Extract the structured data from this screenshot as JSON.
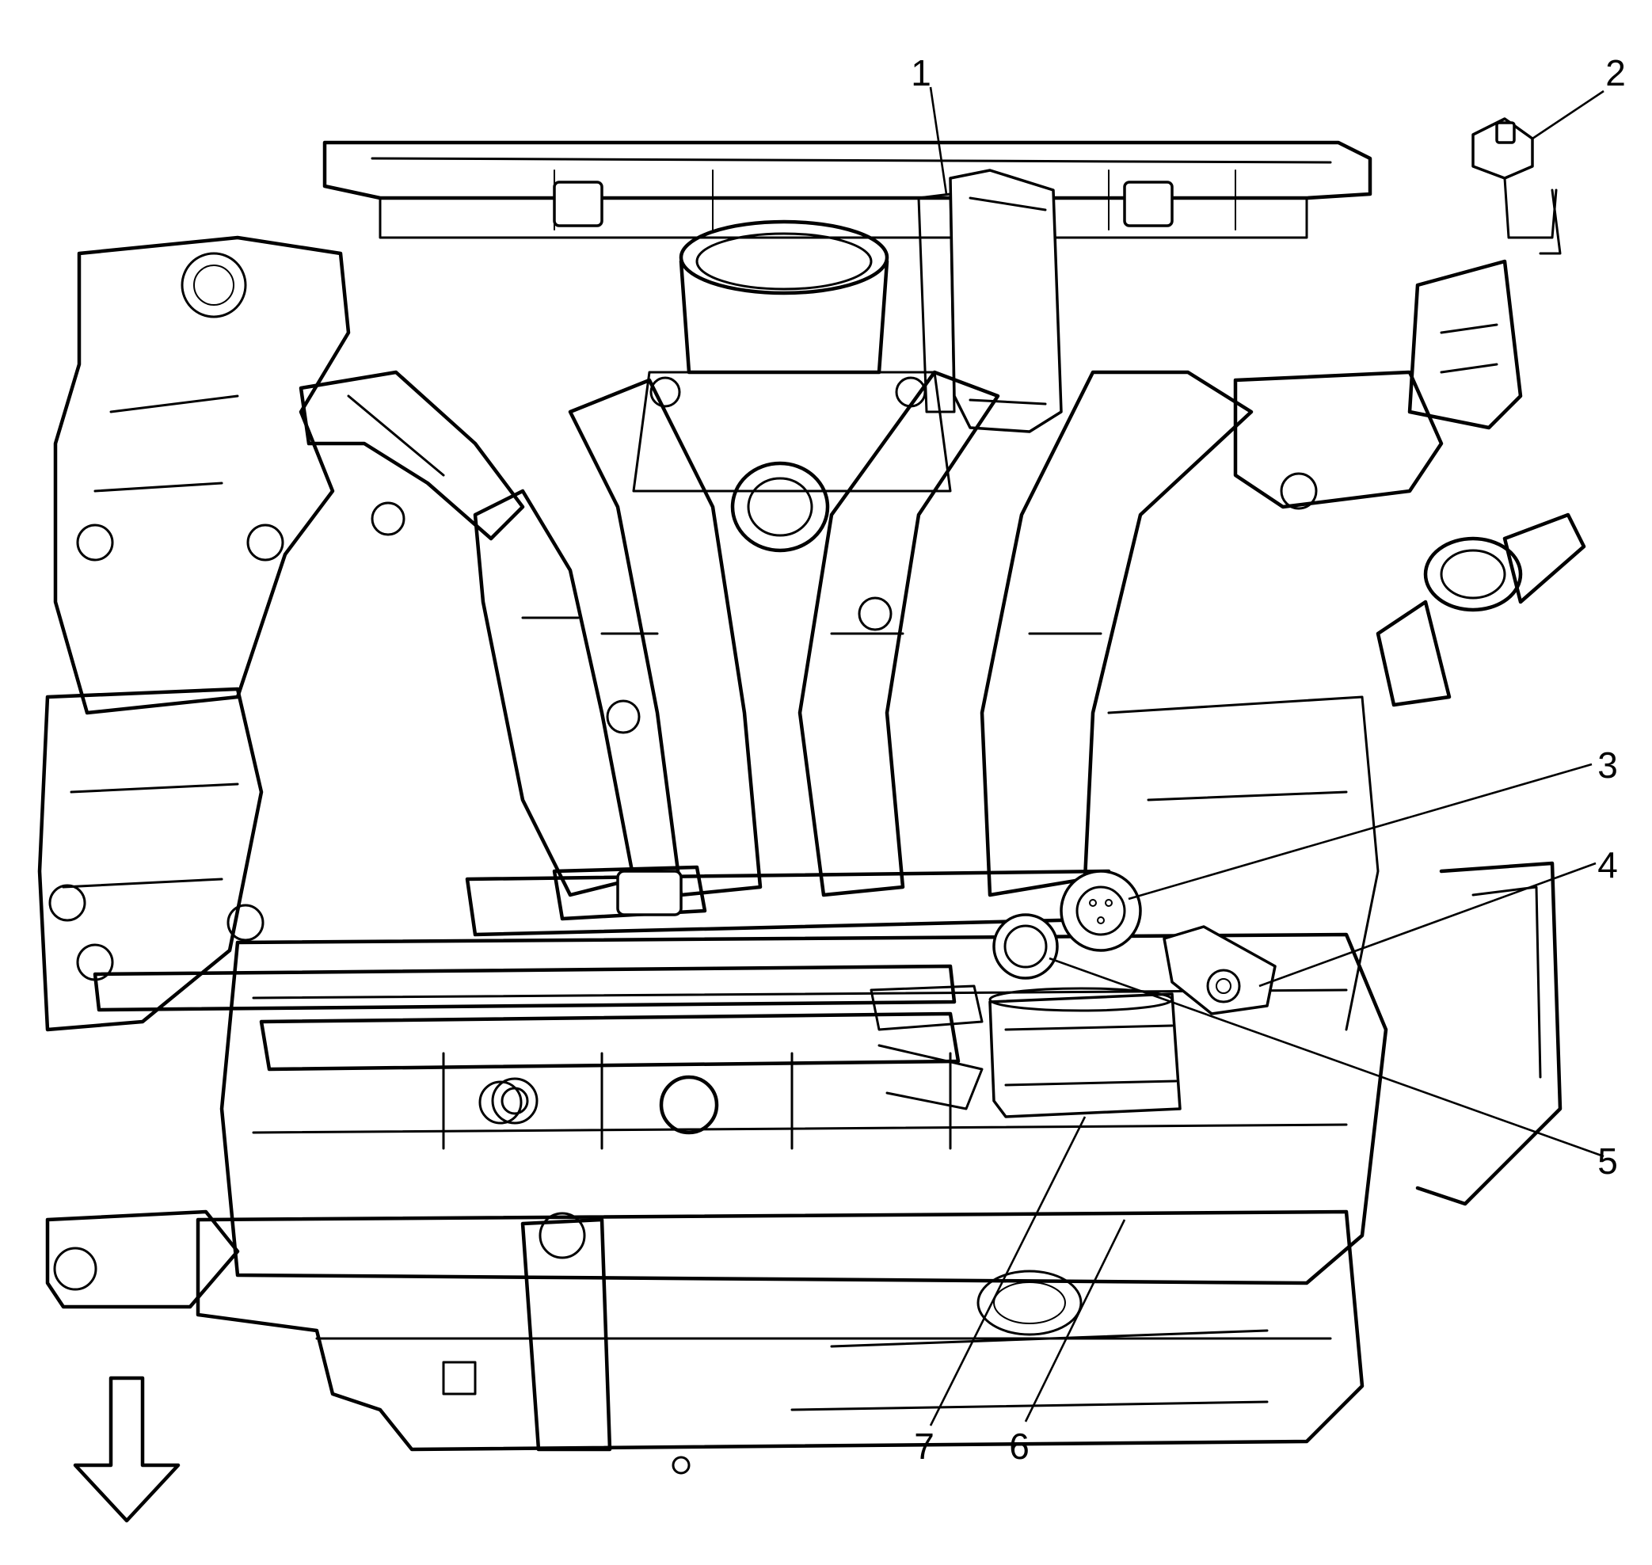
{
  "figure": {
    "callouts": [
      {
        "id": "1",
        "label": "1"
      },
      {
        "id": "2",
        "label": "2"
      },
      {
        "id": "3",
        "label": "3"
      },
      {
        "id": "4",
        "label": "4"
      },
      {
        "id": "5",
        "label": "5"
      },
      {
        "id": "6",
        "label": "6"
      },
      {
        "id": "7",
        "label": "7"
      }
    ],
    "orientation_arrow": "down-arrow-icon"
  }
}
